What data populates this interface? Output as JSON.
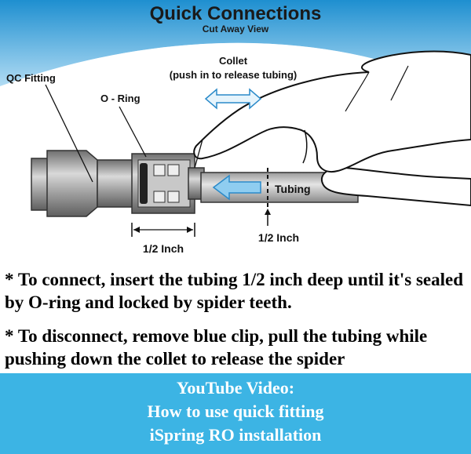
{
  "header": {
    "title": "Quick Connections",
    "subtitle": "Cut Away View"
  },
  "diagram": {
    "labels": {
      "qc_fitting": "QC Fitting",
      "o_ring": "O - Ring",
      "collet_line1": "Collet",
      "collet_line2": "(push in to release tubing)",
      "tubing": "Tubing",
      "depth_fitting": "1/2 Inch",
      "depth_tubing": "1/2 Inch"
    },
    "colors": {
      "background_top": "#2a9fd6",
      "fitting_gray": "#9a9a9a",
      "arrow_blue": "#7cc0ea",
      "skin": "#ffffff"
    }
  },
  "instructions": {
    "connect": "* To connect, insert the tubing 1/2 inch deep until it's sealed by O-ring and locked by spider teeth.",
    "disconnect": "* To disconnect, remove blue clip, pull the tubing while pushing down the collet to release the spider"
  },
  "banner": {
    "line1": "YouTube Video:",
    "line2": "How to use quick fitting",
    "line3": "iSpring RO installation",
    "color": "#3cb4e4"
  }
}
